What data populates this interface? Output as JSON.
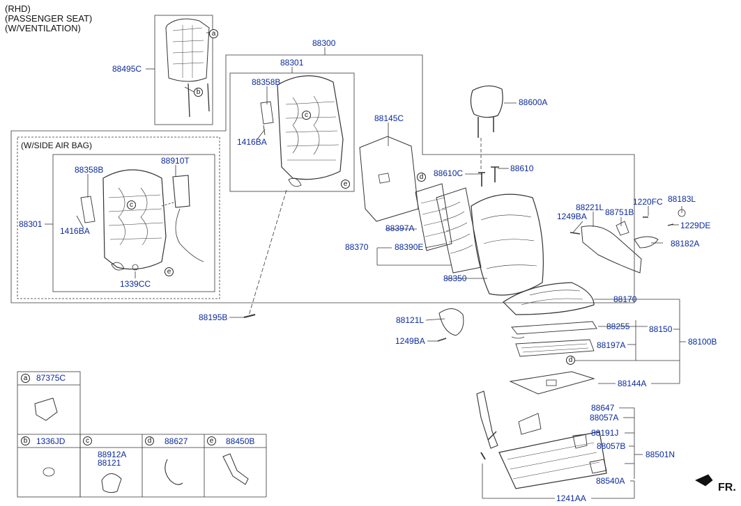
{
  "header": {
    "line1": "(RHD)",
    "line2": "(PASSENGER SEAT)",
    "line3": "(W/VENTILATION)"
  },
  "side_airbag": {
    "title": "(W/SIDE AIR BAG)"
  },
  "direction": {
    "label": "FR."
  },
  "callouts": {
    "a": "a",
    "b": "b",
    "c": "c",
    "d": "d",
    "e": "e"
  },
  "parts": {
    "p88495C": "88495C",
    "p88300": "88300",
    "p88301_top": "88301",
    "p88358B_top": "88358B",
    "p1416BA_top": "1416BA",
    "p88145C": "88145C",
    "p88600A": "88600A",
    "p88610C": "88610C",
    "p88610": "88610",
    "p88358B_bag": "88358B",
    "p88910T": "88910T",
    "p88301_bag": "88301",
    "p1416BA_bag": "1416BA",
    "p1339CC": "1339CC",
    "p88397A": "88397A",
    "p88370": "88370",
    "p88390E": "88390E",
    "p88350": "88350",
    "p1220FC": "1220FC",
    "p88183L": "88183L",
    "p88221L": "88221L",
    "p1249BA_r": "1249BA",
    "p88751B": "88751B",
    "p1229DE": "1229DE",
    "p88182A": "88182A",
    "p88195B": "88195B",
    "p88170": "88170",
    "p88121L": "88121L",
    "p88255": "88255",
    "p88150": "88150",
    "p1249BA_c": "1249BA",
    "p88197A": "88197A",
    "p88100B": "88100B",
    "p88144A": "88144A",
    "p88647": "88647",
    "p88057A": "88057A",
    "p88191J": "88191J",
    "p88057B": "88057B",
    "p88501N": "88501N",
    "p88540A": "88540A",
    "p1241AA": "1241AA"
  },
  "legend": {
    "a_key": "a",
    "a_part": "87375C",
    "b_key": "b",
    "b_part": "1336JD",
    "c_key": "c",
    "c_part1": "88912A",
    "c_part2": "88121",
    "d_key": "d",
    "d_part": "88627",
    "e_key": "e",
    "e_part": "88450B"
  }
}
